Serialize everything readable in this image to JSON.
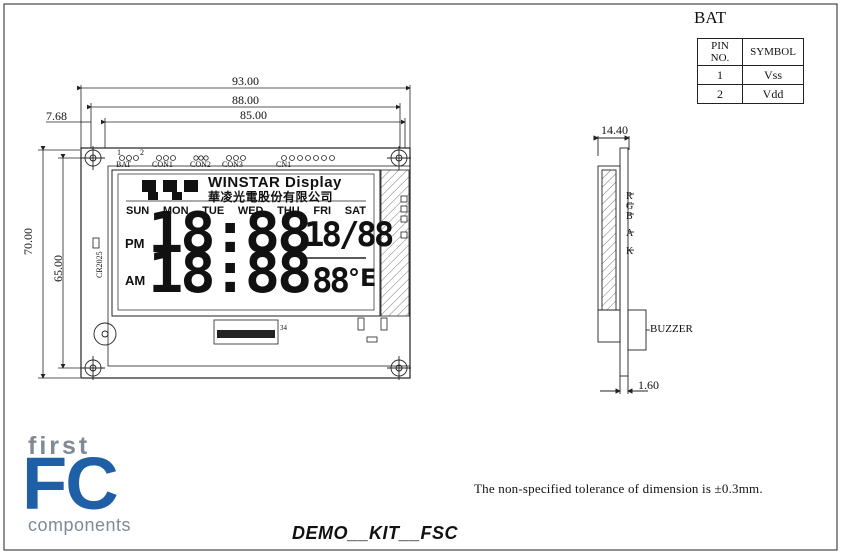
{
  "bat_table": {
    "title": "BAT",
    "headers": [
      "PIN NO.",
      "SYMBOL"
    ],
    "rows": [
      {
        "pin": "1",
        "symbol": "Vss"
      },
      {
        "pin": "2",
        "symbol": "Vdd"
      }
    ]
  },
  "dimensions": {
    "overall_width": "93.00",
    "hole_pitch": "88.00",
    "pcb_width": "85.00",
    "left_offset": "7.68",
    "overall_height": "70.00",
    "hole_pitch_v": "65.00",
    "side_thickness": "14.40",
    "pin_thickness": "1.60"
  },
  "connectors": {
    "bat": "BAT",
    "bat_pin1": "1",
    "bat_pin2": "2",
    "con1": "CON1",
    "con2": "CON2",
    "con3": "CON3",
    "cn1": "CN1",
    "battery": "CR2025"
  },
  "lcd": {
    "brand": "WINSTAR Display",
    "brand_cn": "華凌光電股份有限公司",
    "days": [
      "SUN",
      "MON",
      "TUE",
      "WED",
      "THU",
      "FRI",
      "SAT"
    ],
    "pm": "PM",
    "am": "AM",
    "time_top": "18:88",
    "time_bottom": "18:88",
    "date": "18/88",
    "temp": "88",
    "temp_unit": "°E",
    "fpc_pin": "34"
  },
  "side_view": {
    "pins": [
      "R",
      "G",
      "B",
      "A",
      "K"
    ],
    "buzzer": "BUZZER"
  },
  "tolerance_note": "The non-specified tolerance of dimension is ±0.3mm.",
  "footer_title": "DEMO__KIT__FSC",
  "logo": {
    "first": "first",
    "fc": "FC",
    "components": "components",
    "first_color": "#808a96",
    "fc_color": "#1f5fa6"
  }
}
